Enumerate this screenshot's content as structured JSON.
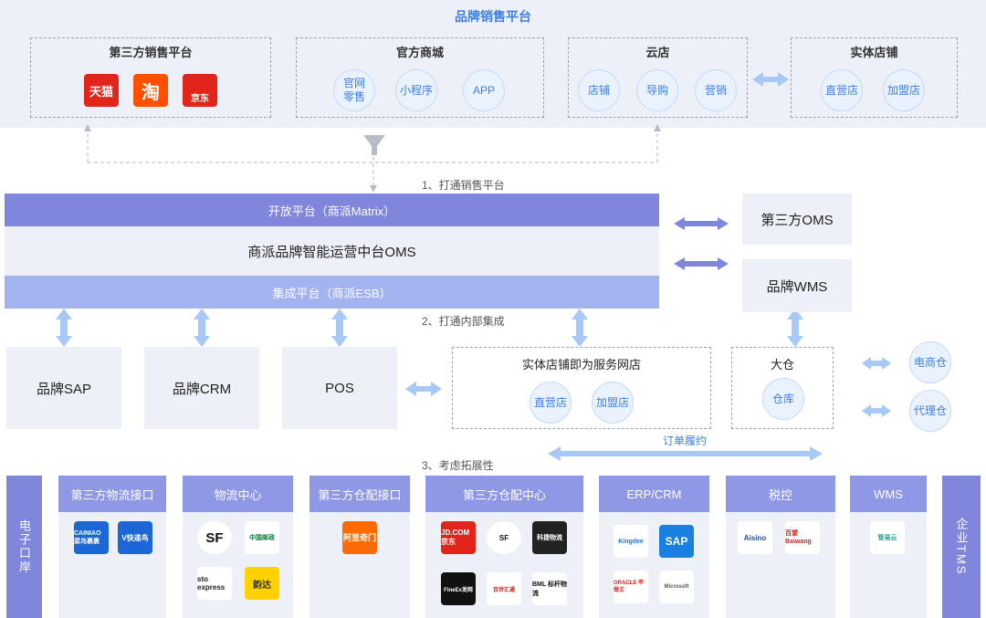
{
  "top": {
    "title": "品牌销售平台",
    "groups": {
      "third": {
        "title": "第三方销售平台",
        "logos": [
          "天猫",
          "淘",
          "京东"
        ]
      },
      "official": {
        "title": "官方商城",
        "items": [
          "官网\n零售",
          "小程序",
          "APP"
        ]
      },
      "cloud": {
        "title": "云店",
        "items": [
          "店铺",
          "导购",
          "营销"
        ]
      },
      "physical": {
        "title": "实体店铺",
        "items": [
          "直营店",
          "加盟店"
        ]
      }
    }
  },
  "step1": "1、打通销售平台",
  "step2": "2、打通内部集成",
  "step3": "3、考虑拓展性",
  "middle": {
    "open_platform": "开放平台（商派Matrix）",
    "oms": "商派品牌智能运营中台OMS",
    "esb": "集成平台（商派ESB）",
    "third_oms": "第三方OMS",
    "brand_wms": "品牌WMS"
  },
  "systems": {
    "sap": "品牌SAP",
    "crm": "品牌CRM",
    "pos": "POS",
    "store_title": "实体店铺即为服务网店",
    "store_items": [
      "直营店",
      "加盟店"
    ],
    "warehouse_title": "大仓",
    "warehouse_item": "仓库",
    "ecom_wh": "电商仓",
    "agent_wh": "代理仓",
    "fulfillment": "订单履约"
  },
  "bottom": {
    "left_label": "电子口岸",
    "right_label": "企业TMS",
    "columns": [
      {
        "title": "第三方物流接口",
        "logos": [
          "CAINIAO 菜鸟裹裹",
          "V快递鸟"
        ]
      },
      {
        "title": "物流中心",
        "logos": [
          "SF",
          "中国邮政",
          "sto express",
          "韵达"
        ]
      },
      {
        "title": "第三方仓配接口",
        "logos": [
          "阿里奇门"
        ]
      },
      {
        "title": "第三方仓配中心",
        "logos": [
          "JD.COM 京东",
          "SF",
          "科捷物流",
          "FineEx发网",
          "百世汇通",
          "BML 标杆物流"
        ]
      },
      {
        "title": "ERP/CRM",
        "logos": [
          "Kingdee",
          "SAP",
          "ORACLE 甲骨文",
          "Microsoft"
        ]
      },
      {
        "title": "税控",
        "logos": [
          "Aisino",
          "百望 Baiwang"
        ]
      },
      {
        "title": "WMS",
        "logos": [
          "管易云"
        ]
      }
    ]
  },
  "colors": {
    "accent": "#3f7fe0",
    "purple": "#7f86dc",
    "light_purple": "#a2b3ef",
    "arrow": "#a8c8f5"
  }
}
